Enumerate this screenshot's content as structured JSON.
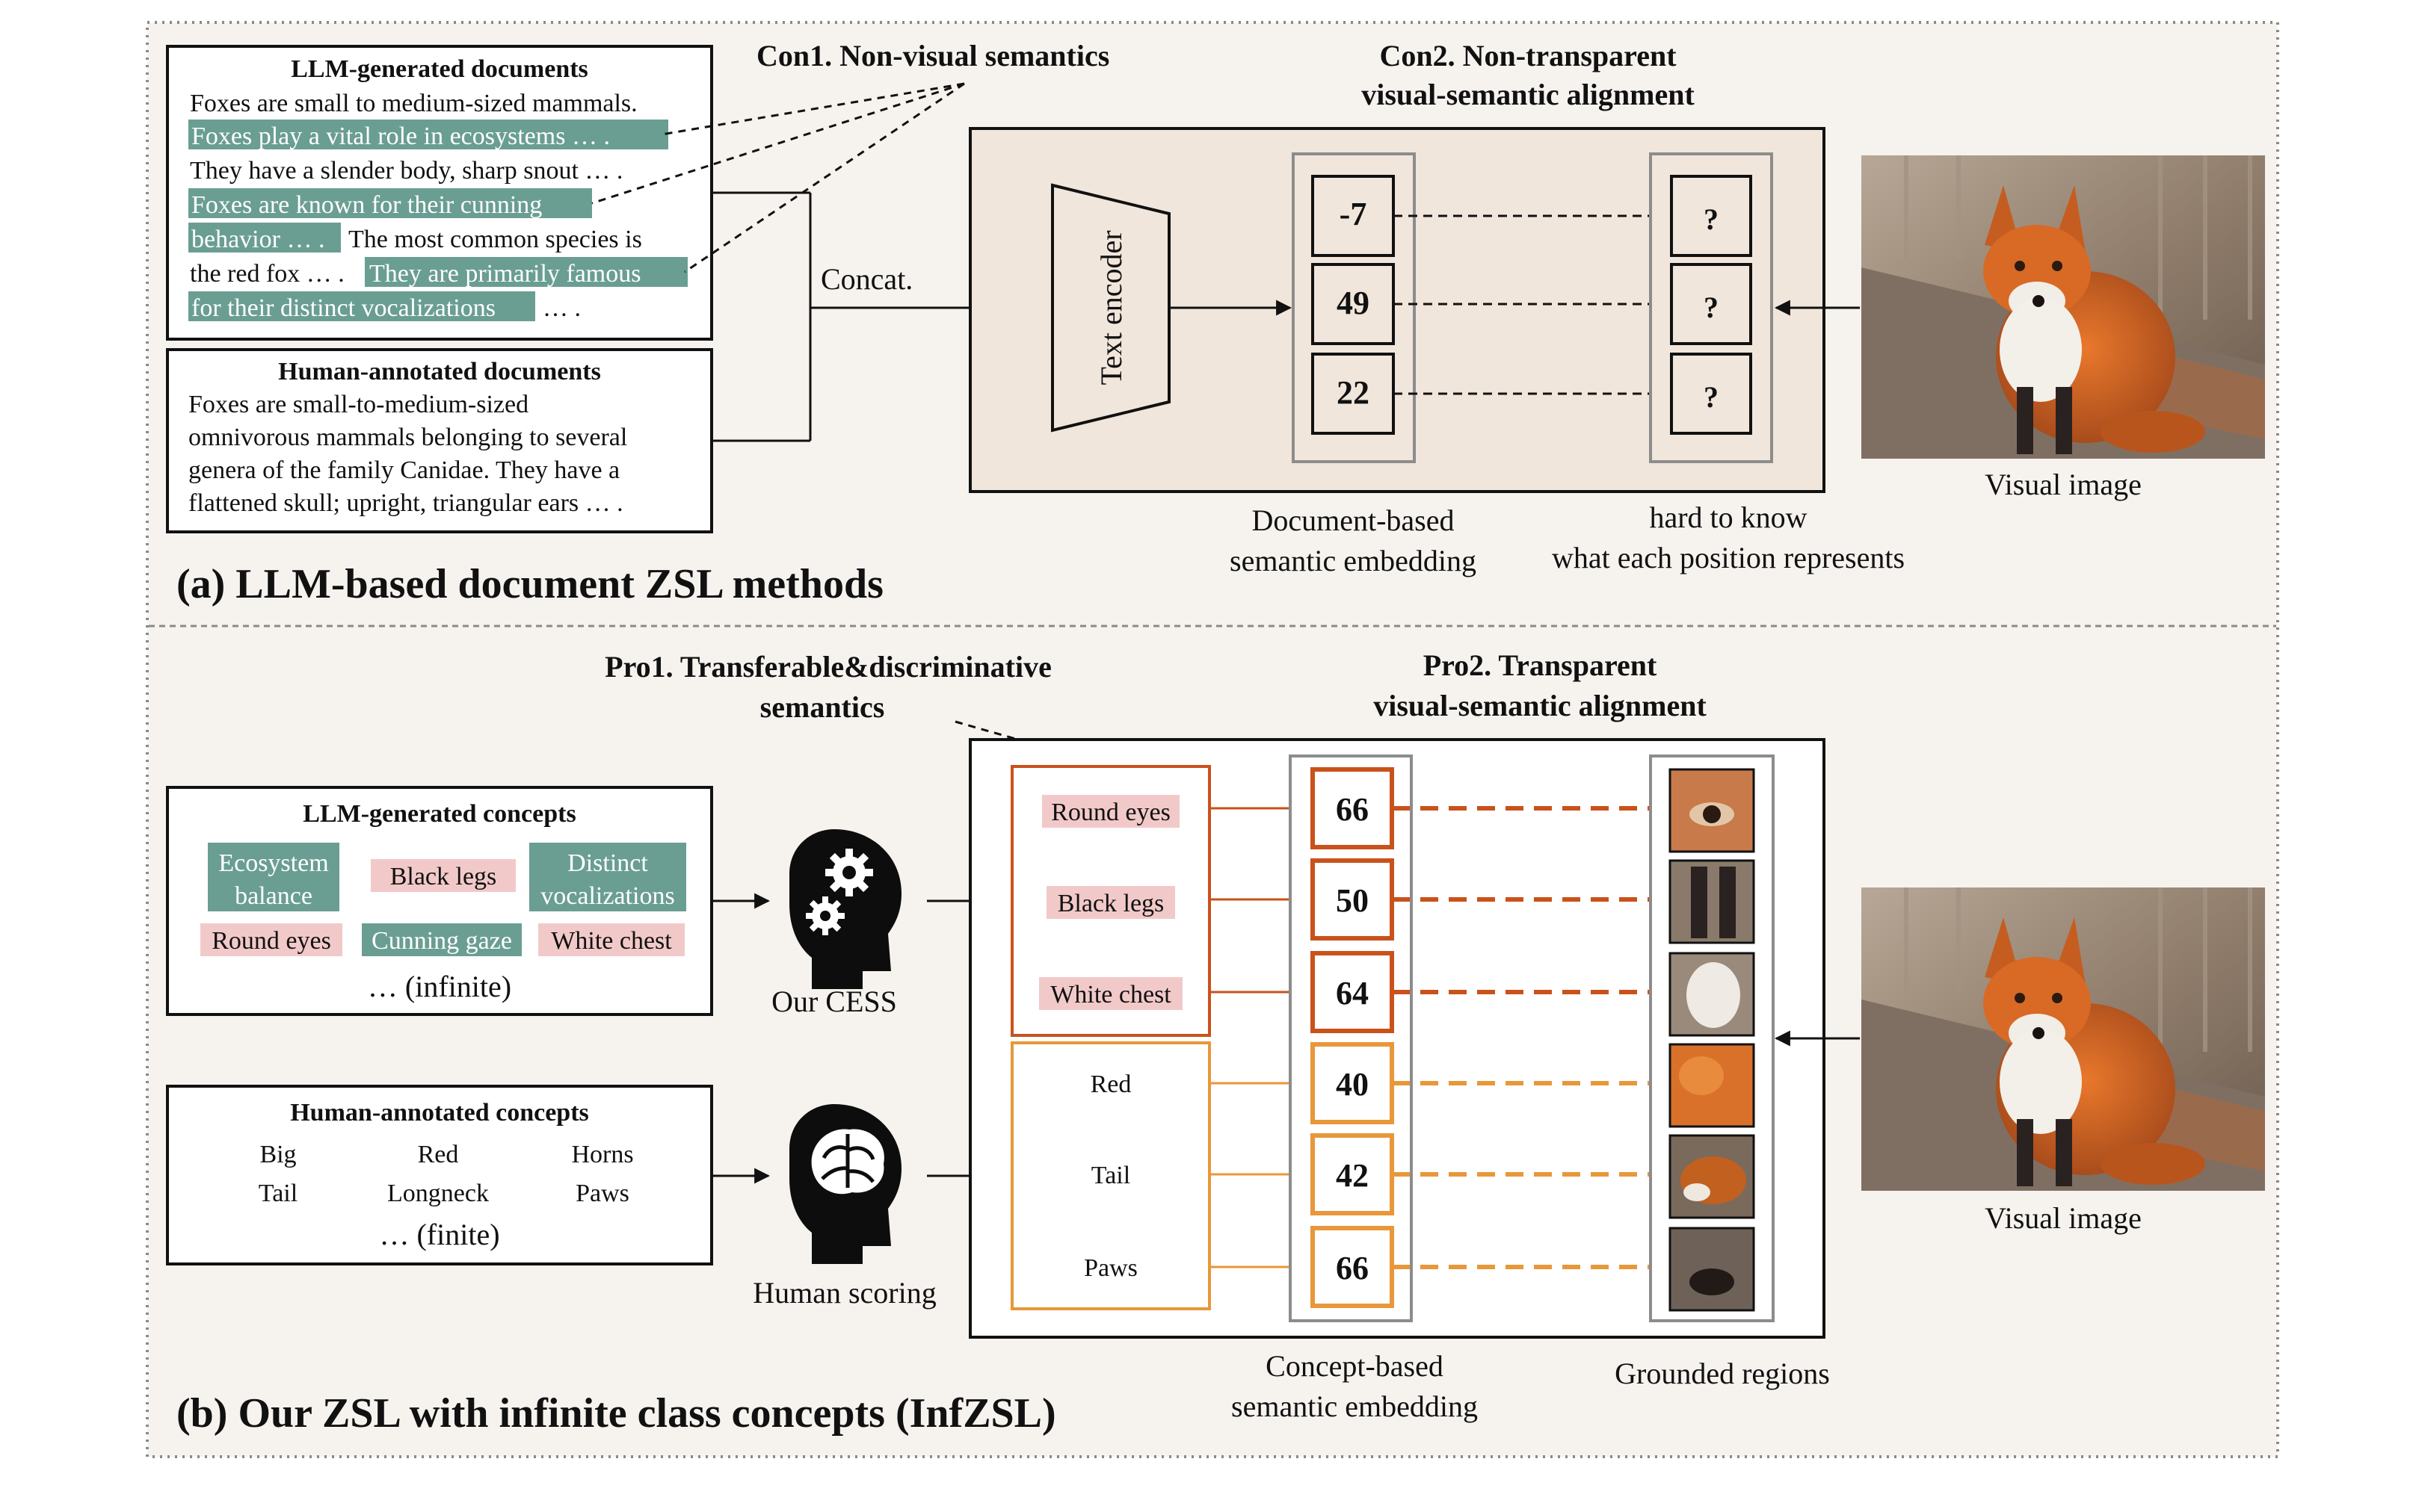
{
  "colors": {
    "panel_bg": "#f6f3ef",
    "module_bg_a": "#f1e6db",
    "highlight_green": "#6a9e92",
    "highlight_pink": "#f2c9c9",
    "dark_orange": "#c9521b",
    "light_orange": "#e8973a"
  },
  "icons": [
    "gears-head-icon",
    "brain-head-icon",
    "fox-photo",
    "fox-crop"
  ],
  "top": {
    "section_label": "(a) LLM-based document ZSL methods",
    "con1": "Con1. Non-visual  semantics",
    "con2_line1": "Con2. Non-transparent",
    "con2_line2": "visual-semantic alignment",
    "llm_doc": {
      "title": "LLM-generated documents",
      "lines": [
        "Foxes are small to medium-sized mammals.",
        "Foxes play a vital role in ecosystems  … .",
        "They have a slender body, sharp snout  … .",
        "Foxes are known for their cunning",
        "behavior  … .",
        "The most common species is",
        "the red fox … .",
        "They are primarily famous",
        "for their distinct vocalizations",
        "… ."
      ]
    },
    "human_doc": {
      "title": "Human-annotated documents",
      "lines": [
        "Foxes are small-to-medium-sized",
        "omnivorous mammals belonging to several",
        "genera of the family Canidae. They have a",
        "flattened skull; upright, triangular ears … ."
      ]
    },
    "concat_label": "Concat.",
    "encoder_label": "Text encoder",
    "embedding_values": [
      "-7",
      "49",
      "22"
    ],
    "unknown_values": [
      "?",
      "?",
      "?"
    ],
    "embedding_caption_1": "Document-based",
    "embedding_caption_2": "semantic embedding",
    "unknown_caption_1": "hard to know",
    "unknown_caption_2": "what each position represents",
    "image_caption": "Visual image"
  },
  "bottom": {
    "section_label": "(b) Our ZSL with infinite class concepts (InfZSL)",
    "pro1_line1": "Pro1. Transferable&discriminative",
    "pro1_line2": "semantics",
    "pro2_line1": "Pro2. Transparent",
    "pro2_line2": "visual-semantic alignment",
    "llm_concepts": {
      "title": "LLM-generated concepts",
      "c1": [
        "Ecosystem",
        "balance"
      ],
      "c2": "Black legs",
      "c3": [
        "Distinct",
        "vocalizations"
      ],
      "c4": "Round eyes",
      "c5": "Cunning gaze",
      "c6": "White chest",
      "more": "… (infinite)"
    },
    "human_concepts": {
      "title": "Human-annotated concepts",
      "items": [
        "Big",
        "Red",
        "Horns",
        "Tail",
        "Longneck",
        "Paws"
      ],
      "more": "… (finite)"
    },
    "cess_label": "Our CESS",
    "human_scoring_label": "Human scoring",
    "llm_attributes": [
      "Round eyes",
      "Black legs",
      "White chest"
    ],
    "human_attributes": [
      "Red",
      "Tail",
      "Paws"
    ],
    "scores": [
      "66",
      "50",
      "64",
      "40",
      "42",
      "66"
    ],
    "embedding_caption_1": "Concept-based",
    "embedding_caption_2": "semantic embedding",
    "regions_caption": "Grounded regions",
    "image_caption": "Visual image"
  }
}
